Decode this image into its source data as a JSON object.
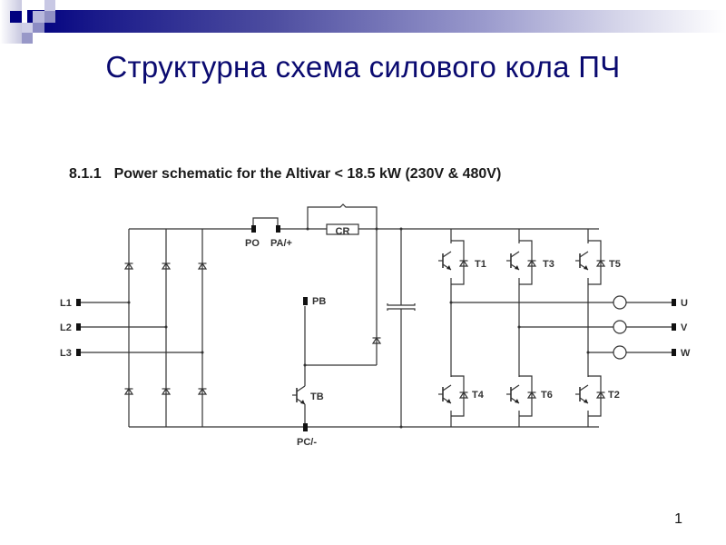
{
  "slide": {
    "title": "Структурна схема силового кола ПЧ",
    "page_number": "1",
    "colors": {
      "title": "#0a0a70",
      "header_bar_start": "#000080",
      "header_bar_end": "#ffffff",
      "wire": "#333333"
    }
  },
  "schematic": {
    "heading_number": "8.1.1",
    "heading_text": "Power schematic for the Altivar < 18.5 kW (230V & 480V)",
    "inputs": [
      "L1",
      "L2",
      "L3"
    ],
    "dc_terminals": {
      "po": "PO",
      "pa": "PA/+",
      "pb": "PB",
      "pc": "PC/-"
    },
    "charge_resistor": "CR",
    "brake_transistor": "TB",
    "inverter_transistors_top": [
      "T1",
      "T3",
      "T5"
    ],
    "inverter_transistors_bottom": [
      "T4",
      "T6",
      "T2"
    ],
    "outputs": [
      "U",
      "V",
      "W"
    ]
  }
}
